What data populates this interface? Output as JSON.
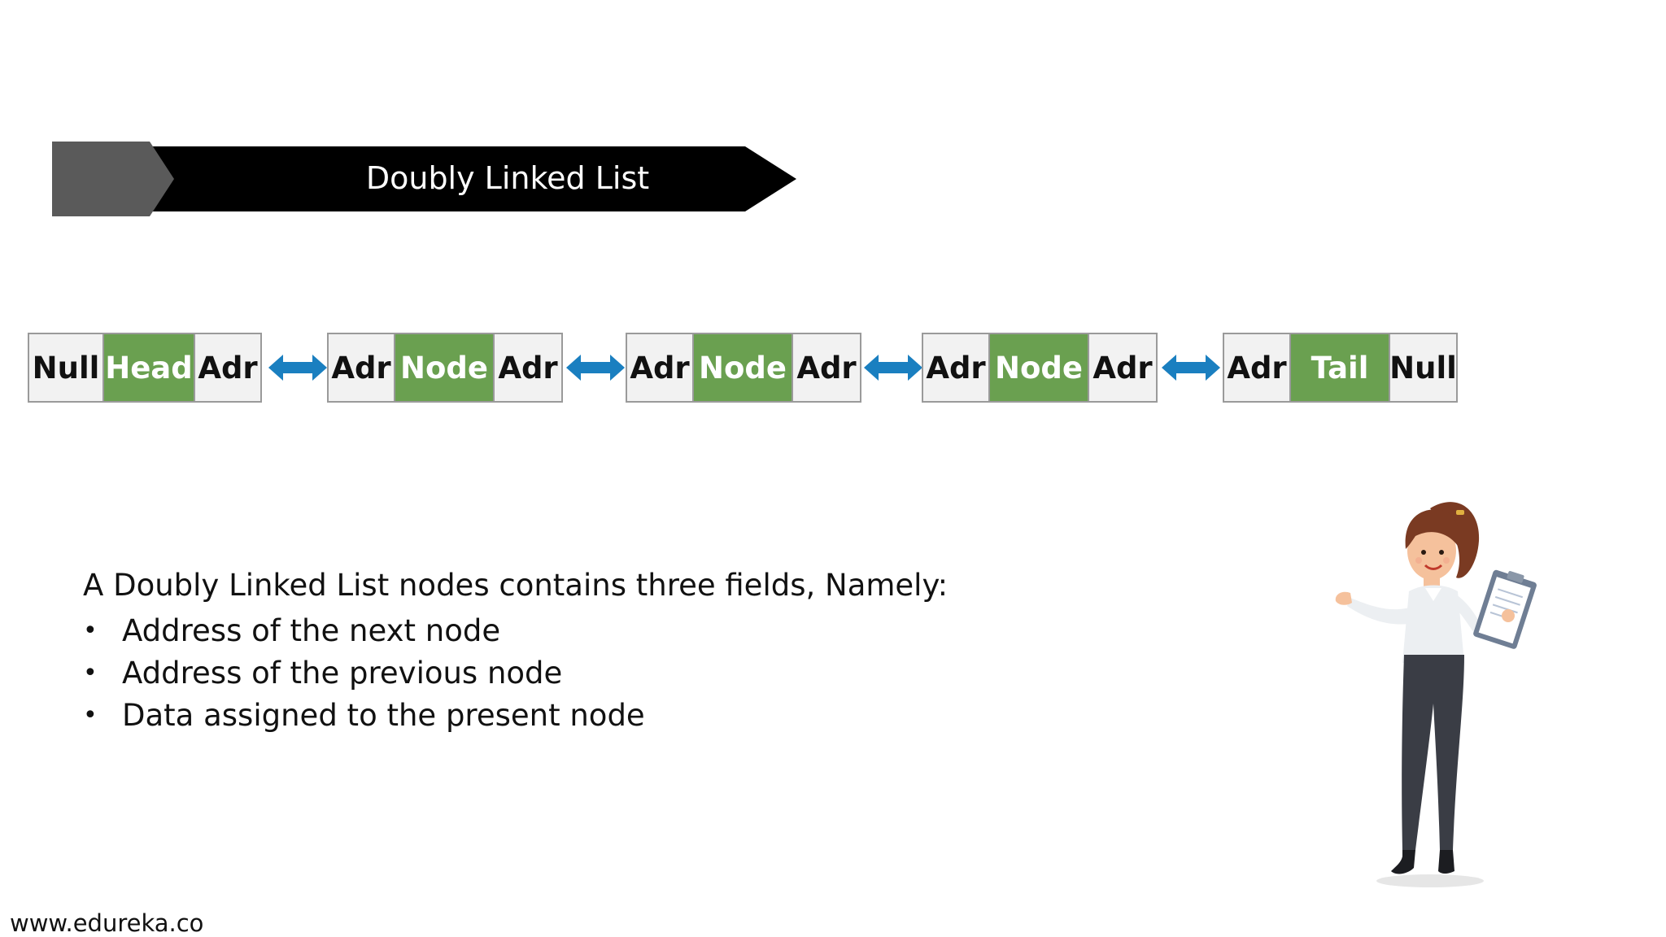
{
  "title": "Doubly Linked List",
  "nodes": [
    {
      "left": "Null",
      "middle": "Head",
      "right": "Adr"
    },
    {
      "left": "Adr",
      "middle": "Node",
      "right": "Adr"
    },
    {
      "left": "Adr",
      "middle": "Node",
      "right": "Adr"
    },
    {
      "left": "Adr",
      "middle": "Node",
      "right": "Adr"
    },
    {
      "left": "Adr",
      "middle": "Tail",
      "right": "Null"
    }
  ],
  "description": {
    "intro": "A Doubly Linked List nodes contains three fields, Namely:",
    "bullets": [
      "Address of the next node",
      "Address of the previous node",
      "Data assigned to the present node"
    ]
  },
  "footer": "www.edureka.co",
  "colors": {
    "data_cell": "#6aa050",
    "address_cell": "#f2f2f2",
    "arrow": "#1a7fc0",
    "banner": "#000000",
    "banner_tab": "#5a5a5a"
  },
  "icons": {
    "arrow": "double-headed-arrow-icon",
    "illustration": "presenter-woman-illustration"
  }
}
